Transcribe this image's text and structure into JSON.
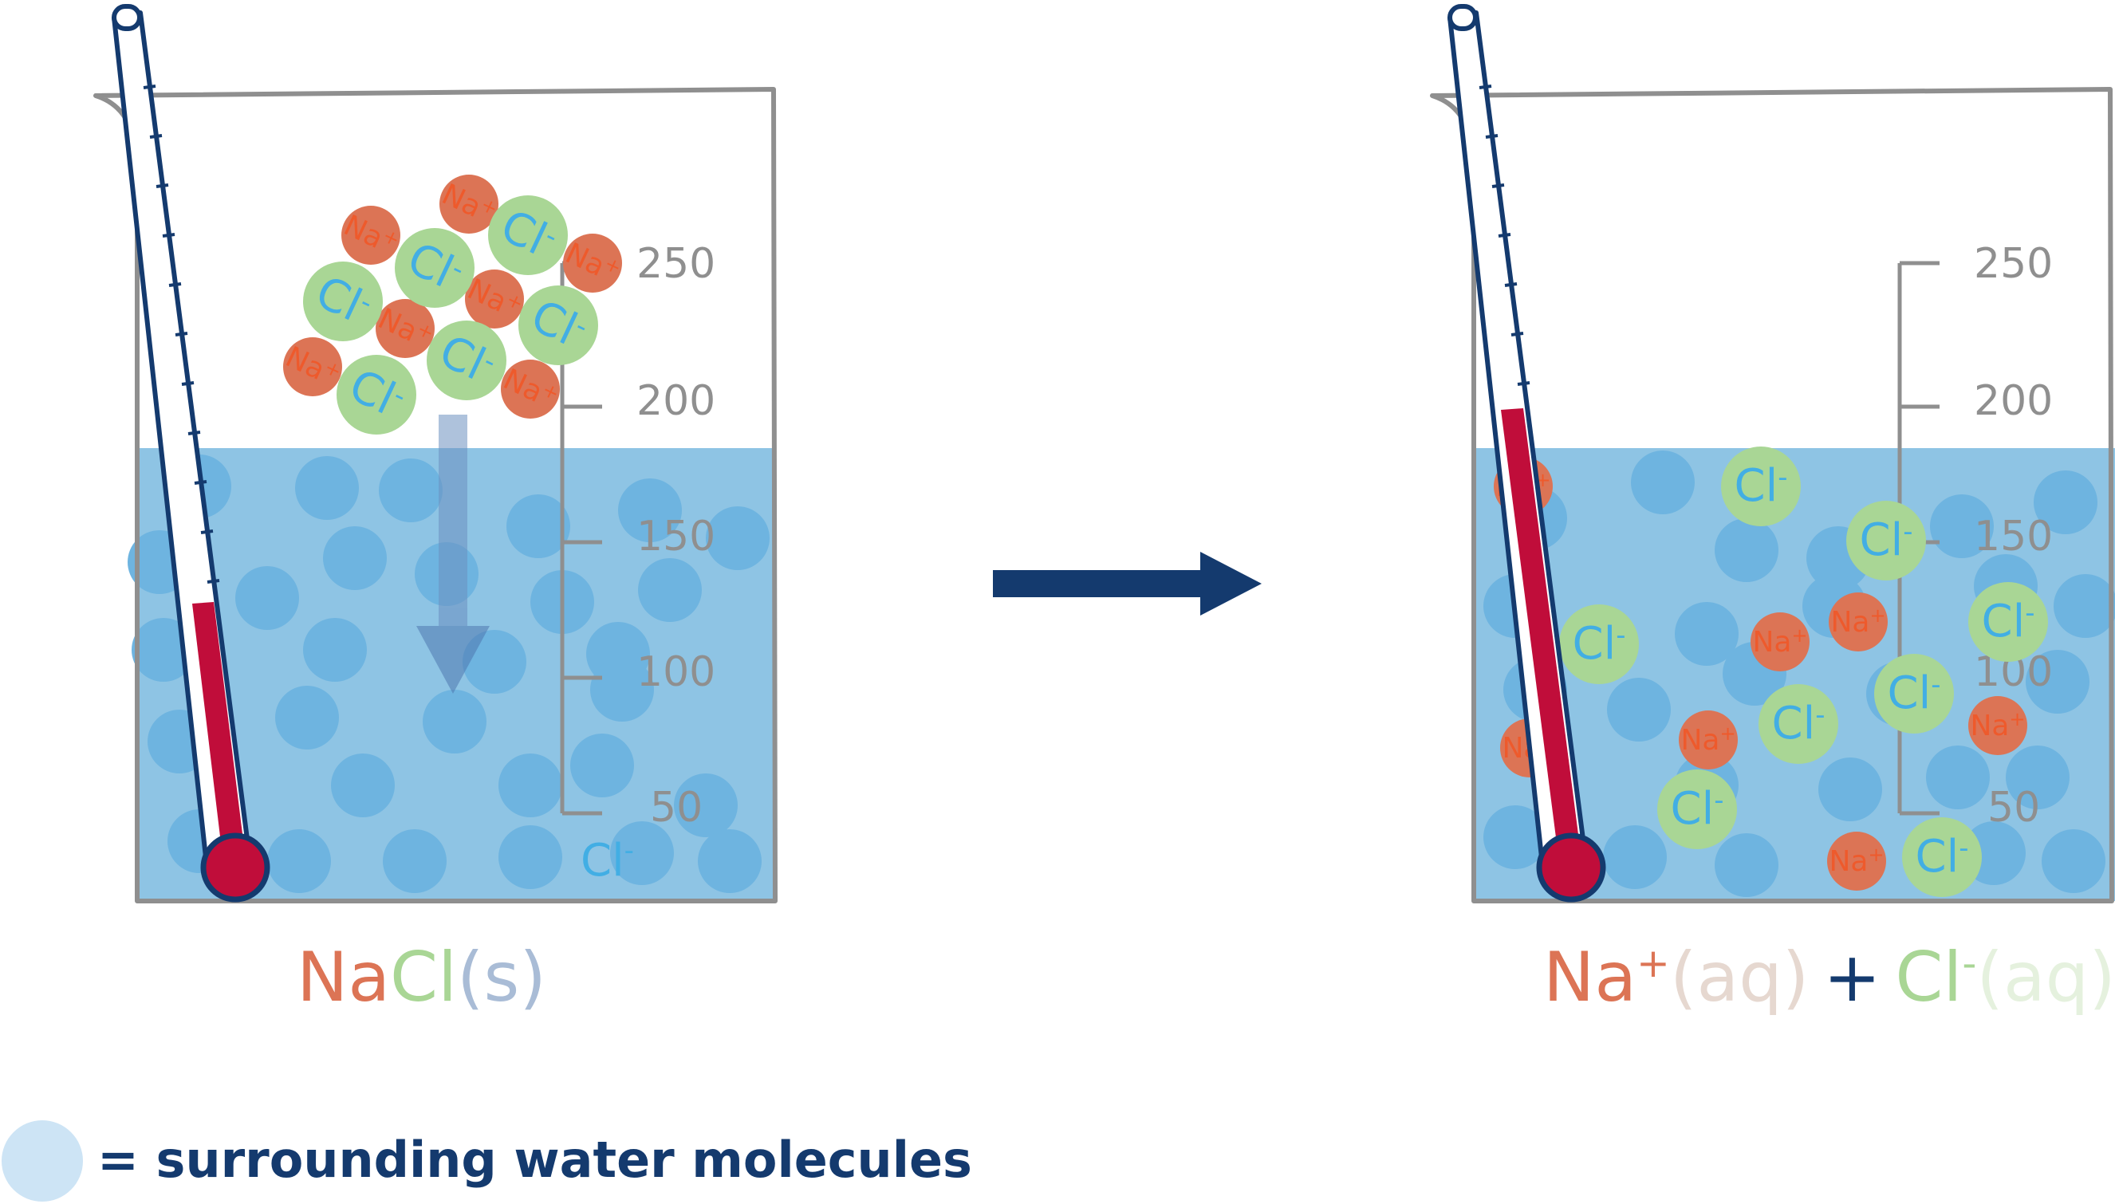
{
  "scale": {
    "ticks": [
      "250",
      "200",
      "150",
      "100",
      "50"
    ]
  },
  "ions": {
    "na": "Na",
    "na_charge": "+",
    "cl": "Cl",
    "cl_charge": "-"
  },
  "left_beaker": {
    "formula": {
      "na": "Na",
      "cl": "Cl",
      "state": "(s)"
    },
    "stray_label": {
      "base": "Cl",
      "charge": "-"
    }
  },
  "right_beaker": {
    "formula": {
      "na": "Na",
      "na_charge": "+",
      "na_state": "(aq)",
      "plus": "+",
      "cl": "Cl",
      "cl_charge": "-",
      "cl_state": "(aq)"
    }
  },
  "legend": {
    "text": "= surrounding water molecules"
  },
  "colors": {
    "water": "#8ec4e4",
    "water_bubble": "#6eb4e0",
    "beaker_outline": "#8f8f8f",
    "na_ion": "#dc7455",
    "na_text": "#ee5a2c",
    "cl_ion": "#a9d695",
    "cl_text": "#42aee4",
    "thermometer_outline": "#143a6e",
    "mercury": "#c00d3a",
    "arrow": "#143a6e",
    "legend_bubble": "#cde4f5"
  }
}
